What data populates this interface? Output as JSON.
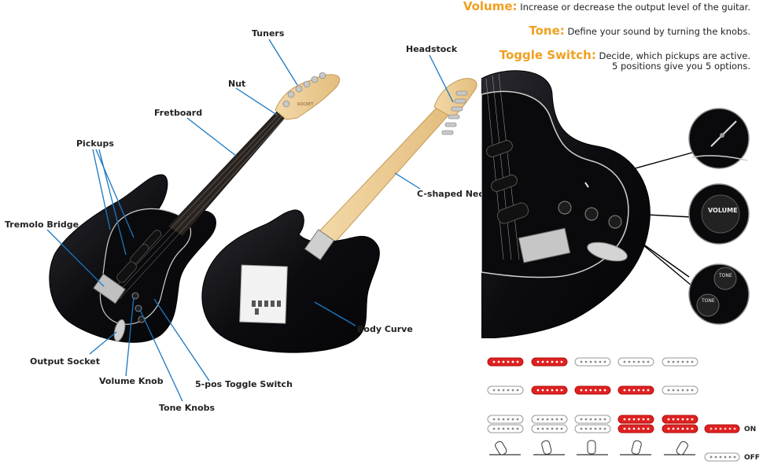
{
  "labels": {
    "tuners": "Tuners",
    "nut": "Nut",
    "fretboard": "Fretboard",
    "pickups": "Pickups",
    "tremolo_bridge": "Tremolo Bridge",
    "output_socket": "Output Socket",
    "volume_knob": "Volume Knob",
    "tone_knobs": "Tone Knobs",
    "toggle_switch": "5-pos Toggle Switch",
    "headstock": "Headstock",
    "c_neck": "C-shaped Neck",
    "body_curve": "Body Curve"
  },
  "descriptions": {
    "volume": {
      "term": "Volume:",
      "text": "Increase or decrease the output level of the guitar."
    },
    "tone": {
      "term": "Tone:",
      "text": "Define your sound by turning the knobs."
    },
    "toggle": {
      "term": "Toggle Switch:",
      "line1": "Decide, which pickups are active.",
      "line2": "5 positions give you 5 options."
    }
  },
  "knob_text": {
    "volume": "VOLUME",
    "tone_a": "TONE",
    "tone_b": "TONE"
  },
  "headstock_logo": "ROCKET",
  "legend": {
    "on": "ON",
    "off": "OFF"
  },
  "pickup_states": [
    {
      "position": 1,
      "neck": "on",
      "middle": "off",
      "bridge": [
        "off",
        "off"
      ]
    },
    {
      "position": 2,
      "neck": "on",
      "middle": "on",
      "bridge": [
        "off",
        "off"
      ]
    },
    {
      "position": 3,
      "neck": "off",
      "middle": "on",
      "bridge": [
        "off",
        "off"
      ]
    },
    {
      "position": 4,
      "neck": "off",
      "middle": "on",
      "bridge": [
        "on",
        "on"
      ]
    },
    {
      "position": 5,
      "neck": "off",
      "middle": "off",
      "bridge": [
        "on",
        "on"
      ]
    }
  ],
  "colors": {
    "accent": "#f0a020",
    "leader": "#1a78c2",
    "pickup_on": "#e02020",
    "pickup_off": "#ffffff"
  }
}
